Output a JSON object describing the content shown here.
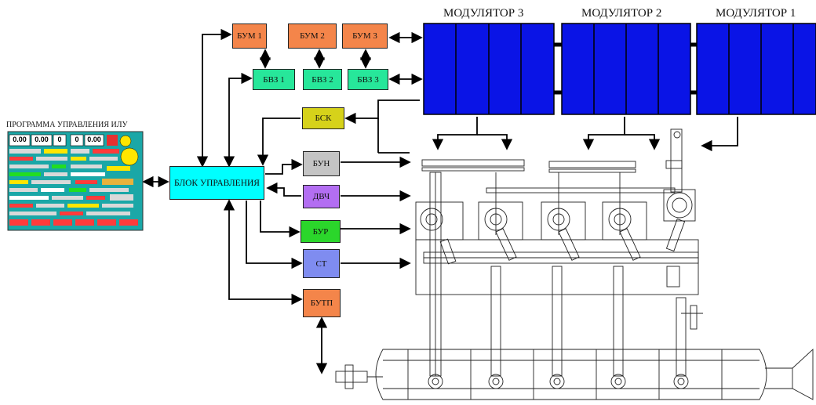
{
  "program": {
    "title": "ПРОГРАММА УПРАВЛЕНИЯ ИЛУ",
    "panel_readouts": [
      "0.00",
      "0.00",
      "0",
      "0",
      "0.00"
    ]
  },
  "blocks": {
    "bum1": "БУМ 1",
    "bum2": "БУМ 2",
    "bum3": "БУМ 3",
    "bvz1": "БВЗ 1",
    "bvz2": "БВЗ 2",
    "bvz3": "БВЗ 3",
    "bsk": "БСК",
    "control": "БЛОК УПРАВЛЕНИЯ",
    "bun": "БУН",
    "dvch": "ДВЧ",
    "bur": "БУР",
    "st": "СТ",
    "butp": "БУТП"
  },
  "modulators": {
    "m3": "МОДУЛЯТОР 3",
    "m2": "МОДУЛЯТОР 2",
    "m1": "МОДУЛЯТОР 1"
  },
  "colors": {
    "modulator": "#0a14e6",
    "program_bg": "#1aa7a7",
    "bum": "#f4854a",
    "bvz": "#27e79a",
    "bsk": "#d6d21a",
    "bun": "#c4c4c4",
    "dvch": "#b36ef2",
    "bur": "#2bd62b",
    "st": "#7f8cf0",
    "butp": "#f4854a",
    "control": "#00ffff"
  }
}
